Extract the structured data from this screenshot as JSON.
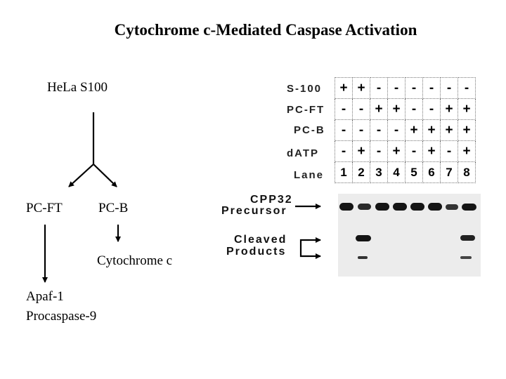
{
  "title": "Cytochrome c-Mediated Caspase Activation",
  "flow": {
    "start": "HeLa S100",
    "pc_ft": "PC-FT",
    "pc_b": "PC-B",
    "cytochrome_c": "Cytochrome c",
    "apaf": "Apaf-1",
    "procaspase": "Procaspase-9"
  },
  "table": {
    "rows": [
      {
        "label": "S-100",
        "values": [
          "+",
          "+",
          "-",
          "-",
          "-",
          "-",
          "-",
          "-"
        ]
      },
      {
        "label": "PC-FT",
        "values": [
          "-",
          "-",
          "+",
          "+",
          "-",
          "-",
          "+",
          "+"
        ]
      },
      {
        "label": "PC-B",
        "values": [
          "-",
          "-",
          "-",
          "-",
          "+",
          "+",
          "+",
          "+"
        ]
      },
      {
        "label": "dATP",
        "values": [
          "-",
          "+",
          "-",
          "+",
          "-",
          "+",
          "-",
          "+"
        ]
      },
      {
        "label": "Lane",
        "values": [
          "1",
          "2",
          "3",
          "4",
          "5",
          "6",
          "7",
          "8"
        ]
      }
    ]
  },
  "gel": {
    "precursor_line1": "CPP32",
    "precursor_line2": "Precursor",
    "cleaved_line1": "Cleaved",
    "cleaved_line2": "Products",
    "cleaved_lanes": [
      2,
      8
    ]
  }
}
